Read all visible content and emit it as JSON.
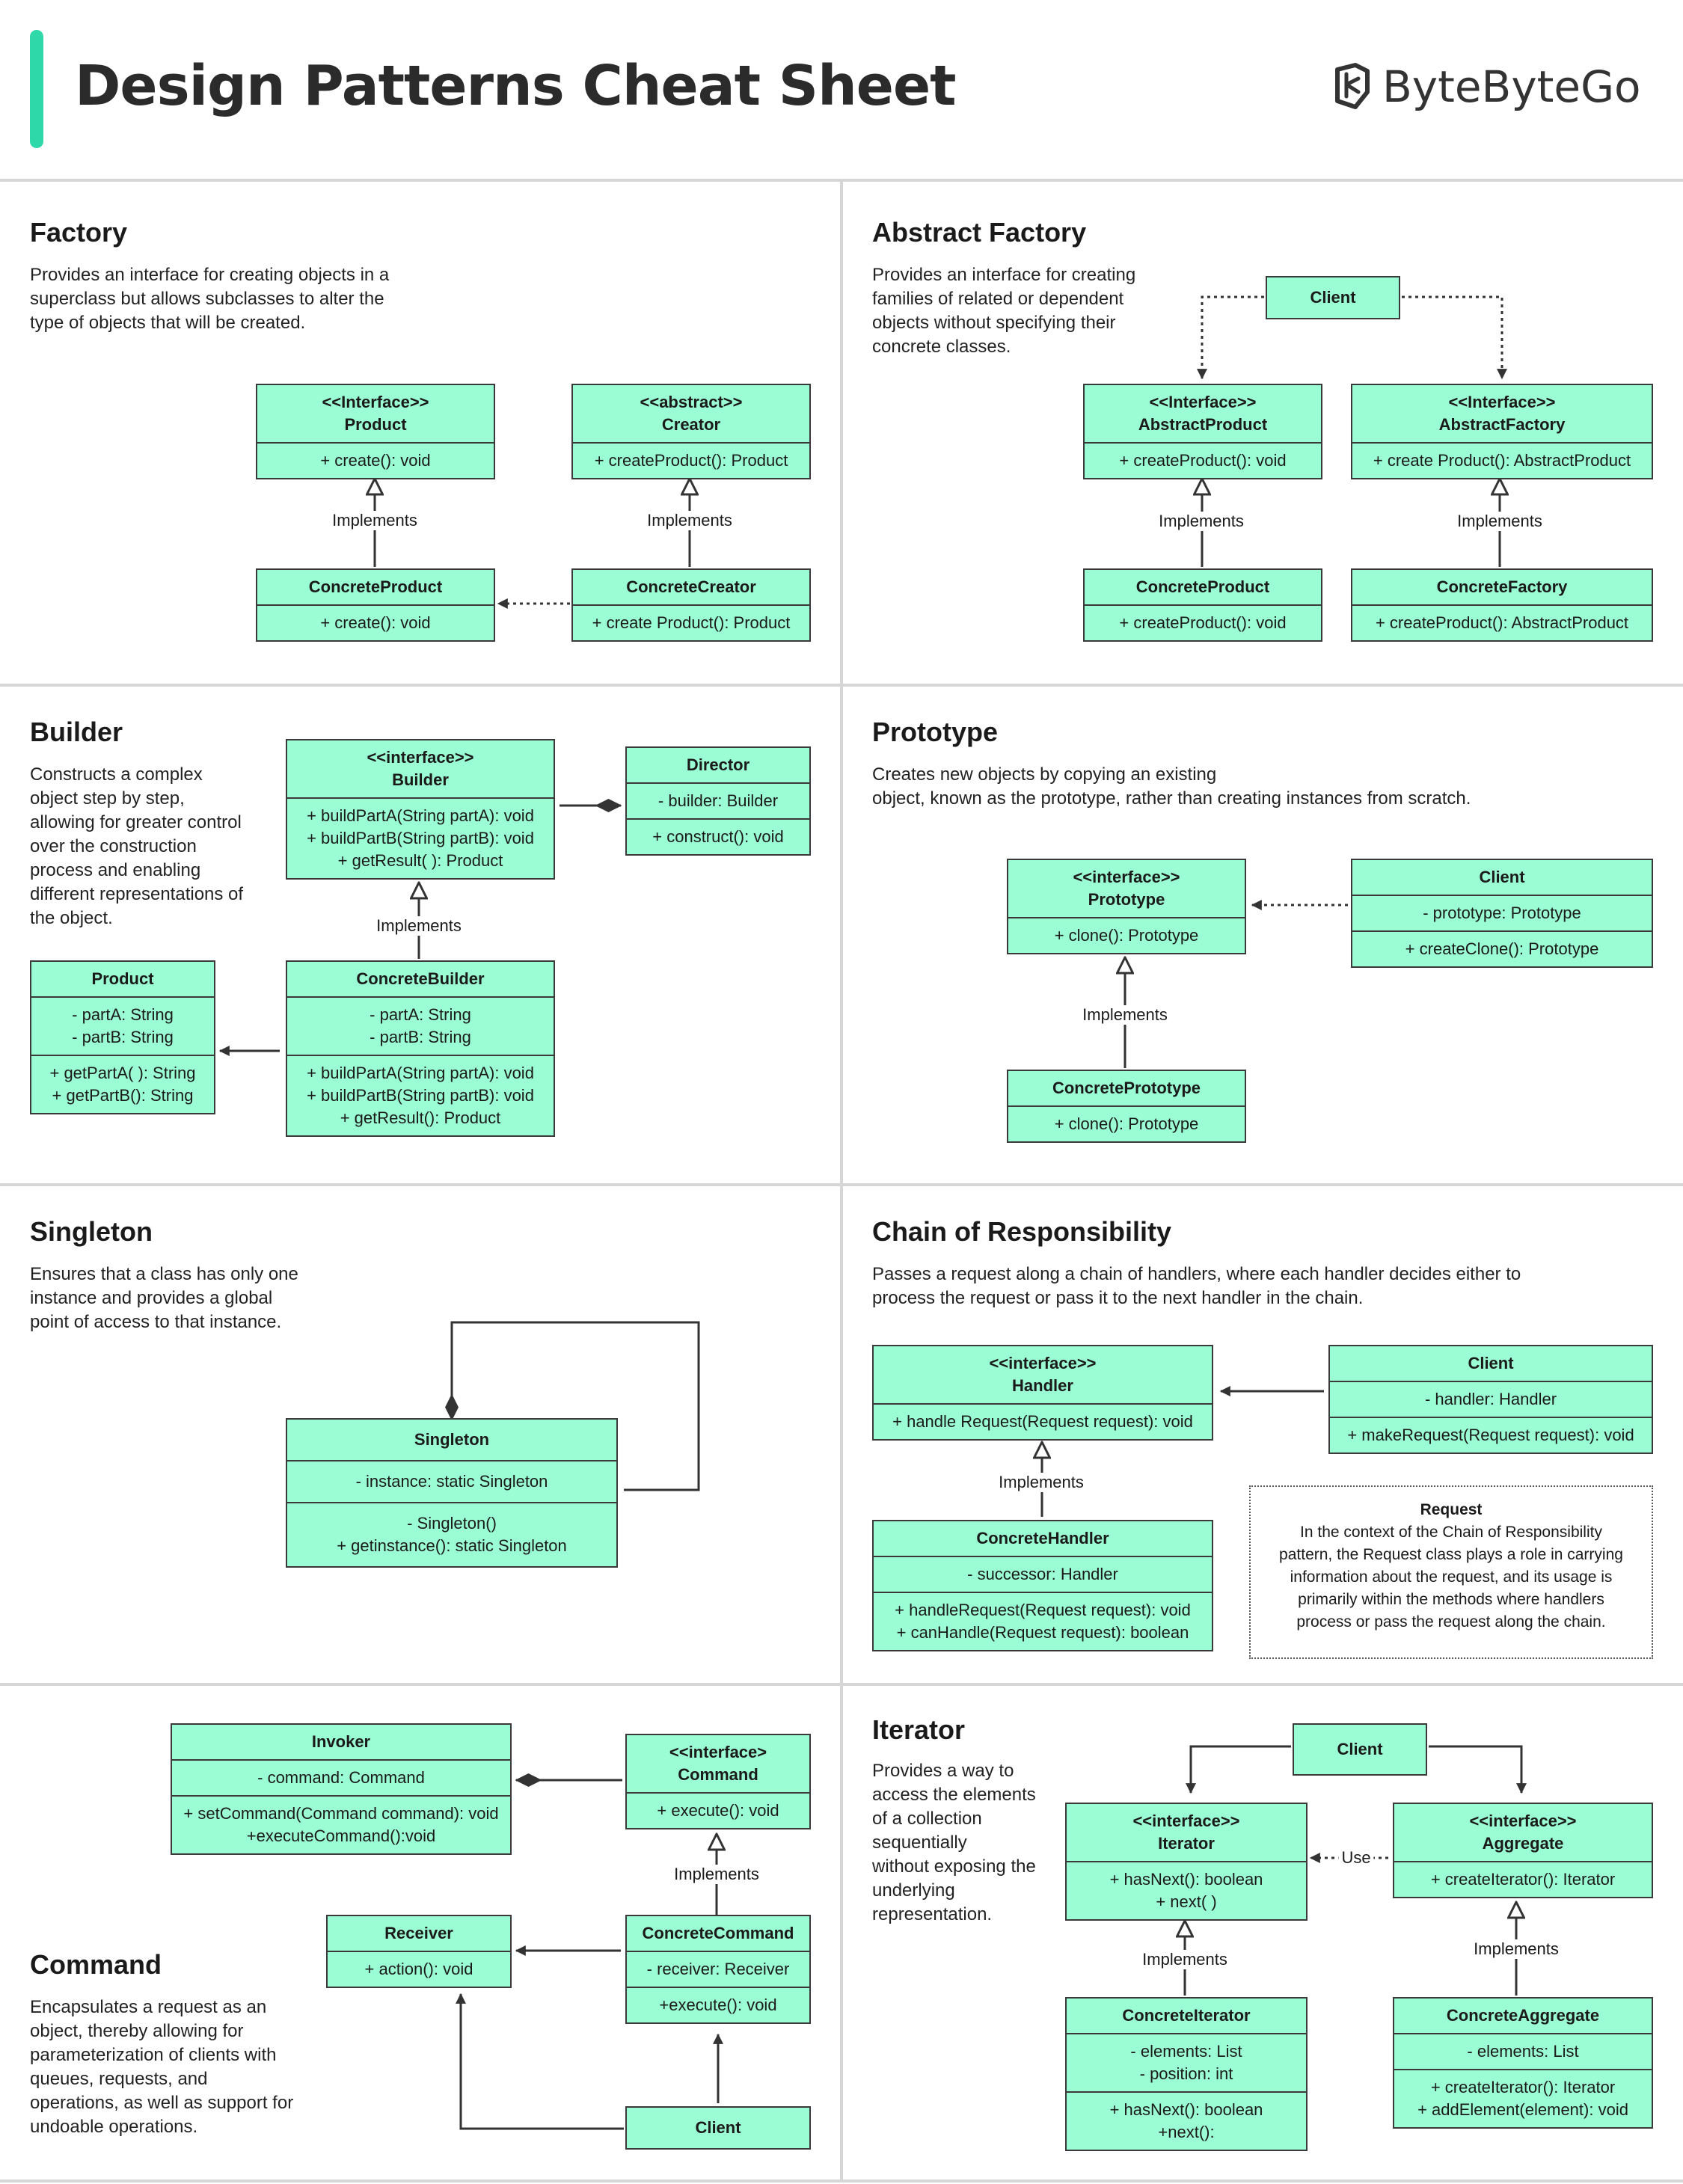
{
  "title": "Design Patterns Cheat Sheet",
  "brand": "ByteByteGo",
  "colors": {
    "box_fill": "#9bfdd3",
    "accent": "#2fd8a8",
    "grid": "#d6d6d6",
    "stroke": "#3a3a3a"
  },
  "labels": {
    "implements": "Implements",
    "use": "Use"
  },
  "factory": {
    "title": "Factory",
    "desc": [
      "Provides an interface for creating objects in a",
      "superclass but allows subclasses to alter the",
      "type of objects that will be created."
    ],
    "product": {
      "name": [
        "<<Interface>>",
        "Product"
      ],
      "methods": [
        "+ create(): void"
      ]
    },
    "creator": {
      "name": [
        "<<abstract>>",
        "Creator"
      ],
      "methods": [
        "+ createProduct(): Product"
      ]
    },
    "concrete_product": {
      "name": [
        "ConcreteProduct"
      ],
      "methods": [
        "+ create(): void"
      ]
    },
    "concrete_creator": {
      "name": [
        "ConcreteCreator"
      ],
      "methods": [
        "+ create Product(): Product"
      ]
    }
  },
  "abstract_factory": {
    "title": "Abstract Factory",
    "desc": [
      "Provides an interface for creating",
      "families of related or dependent",
      "objects without specifying their",
      "concrete classes."
    ],
    "client": {
      "name": [
        "Client"
      ]
    },
    "abstract_product": {
      "name": [
        "<<Interface>>",
        "AbstractProduct"
      ],
      "methods": [
        "+ createProduct(): void"
      ]
    },
    "abstract_factory": {
      "name": [
        "<<Interface>>",
        "AbstractFactory"
      ],
      "methods": [
        "+ create Product(): AbstractProduct"
      ]
    },
    "concrete_product": {
      "name": [
        "ConcreteProduct"
      ],
      "methods": [
        "+ createProduct(): void"
      ]
    },
    "concrete_factory": {
      "name": [
        "ConcreteFactory"
      ],
      "methods": [
        "+ createProduct(): AbstractProduct"
      ]
    }
  },
  "builder": {
    "title": "Builder",
    "desc": [
      "Constructs a complex",
      "object step by step,",
      "allowing for greater control",
      "over the construction",
      "process and enabling",
      "different representations of",
      "the object."
    ],
    "builder": {
      "name": [
        "<<interface>>",
        "Builder"
      ],
      "methods": [
        "+ buildPartA(String partA): void",
        "+ buildPartB(String partB): void",
        "+ getResult( ): Product"
      ]
    },
    "director": {
      "name": [
        "Director"
      ],
      "fields": [
        "- builder: Builder"
      ],
      "methods": [
        "+ construct(): void"
      ]
    },
    "product": {
      "name": [
        "Product"
      ],
      "fields": [
        "- partA: String",
        "- partB: String"
      ],
      "methods": [
        "+ getPartA( ): String",
        "+ getPartB(): String"
      ]
    },
    "concrete_builder": {
      "name": [
        "ConcreteBuilder"
      ],
      "fields": [
        "- partA: String",
        "- partB: String"
      ],
      "methods": [
        "+ buildPartA(String partA): void",
        "+ buildPartB(String partB): void",
        "+ getResult(): Product"
      ]
    }
  },
  "prototype": {
    "title": "Prototype",
    "desc": [
      "Creates new objects by copying an existing",
      "object, known as the prototype, rather than creating instances from scratch."
    ],
    "prototype": {
      "name": [
        "<<interface>>",
        "Prototype"
      ],
      "methods": [
        "+ clone(): Prototype"
      ]
    },
    "client": {
      "name": [
        "Client"
      ],
      "fields": [
        "- prototype: Prototype"
      ],
      "methods": [
        "+ createClone(): Prototype"
      ]
    },
    "concrete_prototype": {
      "name": [
        "ConcretePrototype"
      ],
      "methods": [
        "+ clone(): Prototype"
      ]
    }
  },
  "singleton": {
    "title": "Singleton",
    "desc": [
      "Ensures that a class has only one",
      "instance and provides a global",
      "point of access to that instance."
    ],
    "singleton": {
      "name": [
        "Singleton"
      ],
      "fields": [
        "- instance: static Singleton"
      ],
      "methods": [
        "- Singleton()",
        "+ getinstance(): static Singleton"
      ]
    }
  },
  "chain": {
    "title": "Chain of Responsibility",
    "desc": [
      "Passes a request along a chain of handlers, where each handler decides either to",
      "process the request or pass it to the next handler in the chain."
    ],
    "handler": {
      "name": [
        "<<interface>>",
        "Handler"
      ],
      "methods": [
        "+ handle Request(Request request): void"
      ]
    },
    "client": {
      "name": [
        "Client"
      ],
      "fields": [
        "- handler: Handler"
      ],
      "methods": [
        "+ makeRequest(Request request): void"
      ]
    },
    "concrete_handler": {
      "name": [
        "ConcreteHandler"
      ],
      "fields": [
        "- successor: Handler"
      ],
      "methods": [
        "+ handleRequest(Request request): void",
        "+ canHandle(Request request): boolean"
      ]
    },
    "request_note": {
      "title": "Request",
      "lines": [
        "In the context of the Chain of Responsibility",
        "pattern, the Request class plays a role in carrying",
        "information about the request, and its usage is",
        "primarily within the methods where handlers",
        "process or pass the request along the chain."
      ]
    }
  },
  "command": {
    "title": "Command",
    "desc": [
      "Encapsulates a request as an",
      "object, thereby allowing for",
      "parameterization of clients with",
      "queues, requests, and",
      "operations, as well as support for",
      "undoable operations."
    ],
    "invoker": {
      "name": [
        "Invoker"
      ],
      "fields": [
        "- command: Command"
      ],
      "methods": [
        "+ setCommand(Command command): void",
        "+executeCommand():void"
      ]
    },
    "command": {
      "name": [
        "<<interface>",
        "Command"
      ],
      "methods": [
        "+ execute(): void"
      ]
    },
    "receiver": {
      "name": [
        "Receiver"
      ],
      "methods": [
        "+ action(): void"
      ]
    },
    "concrete_command": {
      "name": [
        "ConcreteCommand"
      ],
      "fields": [
        "- receiver: Receiver"
      ],
      "methods": [
        "+execute(): void"
      ]
    },
    "client": {
      "name": [
        "Client"
      ]
    }
  },
  "iterator": {
    "title": "Iterator",
    "desc": [
      "Provides a way to",
      "access the elements",
      "of a collection",
      "sequentially",
      "without exposing the",
      "underlying",
      "representation."
    ],
    "client": {
      "name": [
        "Client"
      ]
    },
    "iterator": {
      "name": [
        "<<interface>>",
        "Iterator"
      ],
      "methods": [
        "+ hasNext(): boolean",
        "+ next( )"
      ]
    },
    "aggregate": {
      "name": [
        "<<interface>>",
        "Aggregate"
      ],
      "methods": [
        "+ createIterator(): Iterator"
      ]
    },
    "concrete_iterator": {
      "name": [
        "ConcreteIterator"
      ],
      "fields": [
        "- elements: List",
        "- position: int"
      ],
      "methods": [
        "+ hasNext(): boolean",
        "+next():"
      ]
    },
    "concrete_aggregate": {
      "name": [
        "ConcreteAggregate"
      ],
      "fields": [
        "- elements: List"
      ],
      "methods": [
        "+ createIterator(): Iterator",
        "+ addElement(element): void"
      ]
    }
  }
}
